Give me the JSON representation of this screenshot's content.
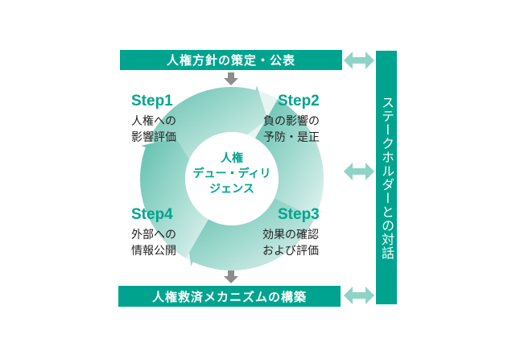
{
  "top_bar": "人権方針の策定・公表",
  "bottom_bar": "人権救済メカニズムの構築",
  "side_bar": "ステークホルダーとの対話",
  "center": {
    "line1": "人権",
    "line2": "デュー・ディリ",
    "line3": "ジェンス"
  },
  "steps": [
    {
      "label": "Step1",
      "line1": "人権への",
      "line2": "影響評価"
    },
    {
      "label": "Step2",
      "line1": "負の影響の",
      "line2": "予防・是正"
    },
    {
      "label": "Step3",
      "line1": "効果の確認",
      "line2": "および評価"
    },
    {
      "label": "Step4",
      "line1": "外部への",
      "line2": "情報公開"
    }
  ],
  "colors": {
    "accent": "#00a48e",
    "arrow_light": "#8fd3c6",
    "gray": "#8c8c8c"
  }
}
